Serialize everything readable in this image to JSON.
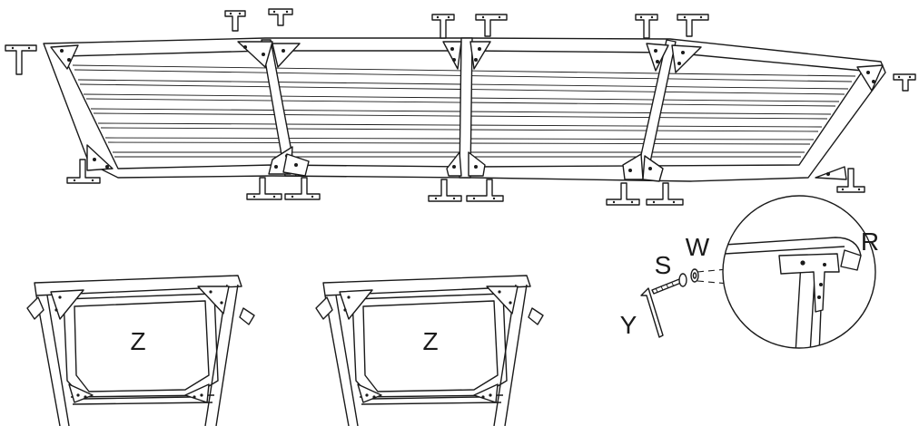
{
  "labels": {
    "frame_left": "Z",
    "frame_right": "Z",
    "screw": "S",
    "washer": "W",
    "allen_key": "Y",
    "rail": "R"
  }
}
